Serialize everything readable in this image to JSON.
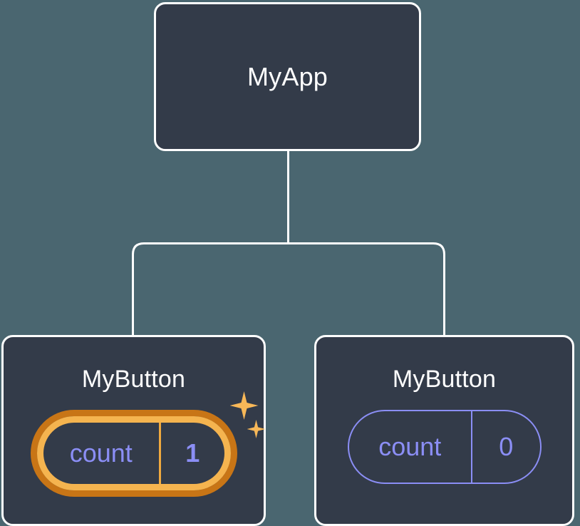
{
  "diagram": {
    "type": "component-tree",
    "background_color": "#4a6670",
    "node_fill_color": "#333b49",
    "node_border_color": "#ffffff",
    "connector_color": "#ffffff",
    "accent_state_color": "#8b8ef5",
    "highlight_outer_color": "#c87516",
    "highlight_inner_color": "#f5b44f",
    "sparkle_color": "#f8b858",
    "root": {
      "title": "MyApp"
    },
    "children": [
      {
        "title": "MyButton",
        "state": {
          "key": "count",
          "value": "1"
        },
        "highlighted": true,
        "sparkles": 2
      },
      {
        "title": "MyButton",
        "state": {
          "key": "count",
          "value": "0"
        },
        "highlighted": false,
        "sparkles": 0
      }
    ]
  }
}
